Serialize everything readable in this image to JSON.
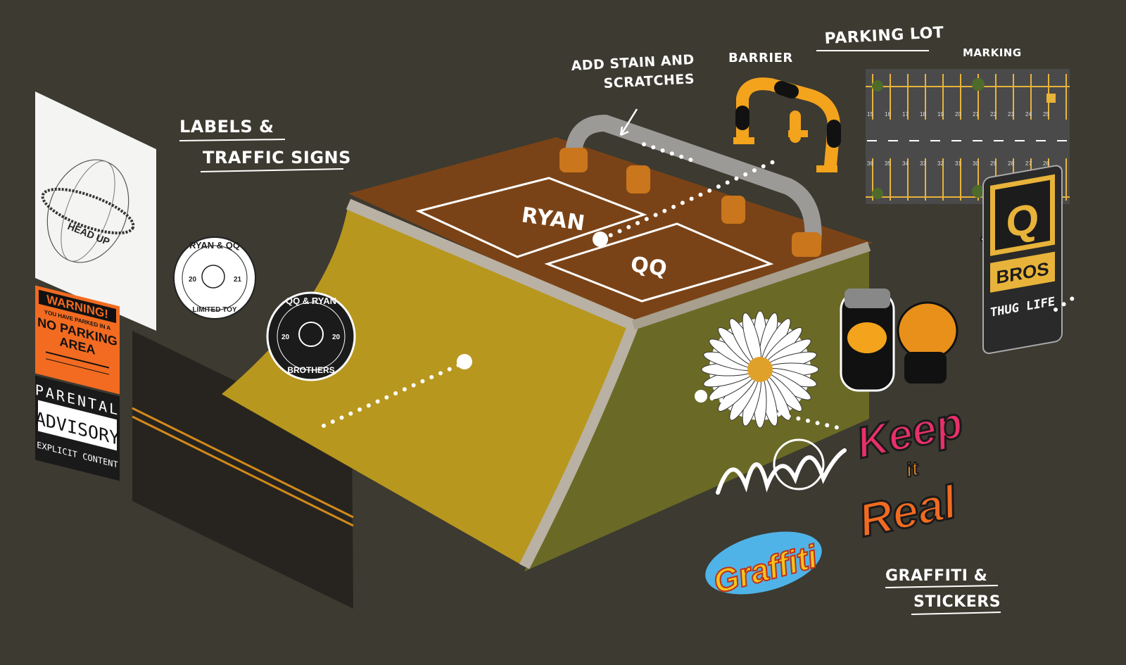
{
  "annotations": {
    "stain": [
      "ADD STAIN AND",
      "SCRATCHES"
    ],
    "barrier": "BARRIER",
    "parking_lot": "PARKING LOT",
    "marking": "MARKING",
    "labels": [
      "LABELS &",
      "TRAFFIC SIGNS"
    ],
    "graffiti": [
      "GRAFFITI &",
      "STICKERS"
    ]
  },
  "ramp": {
    "deck_labels": [
      "RYAN",
      "QQ"
    ]
  },
  "stickers": {
    "head_up": "HEAD UP",
    "ryan_qq_badge": {
      "top": "RYAN & QQ",
      "year_left": "20",
      "year_right": "21",
      "bottom": "LIMITED TOY"
    },
    "qq_ryan_badge": {
      "top": "QQ & RYAN",
      "year_left": "20",
      "year_right": "20",
      "bottom": "BROTHERS"
    },
    "warning": {
      "title": "WARNING!",
      "line1": "YOU HAVE PARKED IN A",
      "line2": "NO PARKING",
      "line3": "AREA"
    },
    "advisory": {
      "line1": "PARENTAL",
      "line2": "ADVISORY",
      "line3": "EXPLICIT CONTENT"
    },
    "keep_it_real": [
      "Keep",
      "it",
      "Real"
    ],
    "graffiti_word": "Graffiti",
    "q_bros": {
      "letter": "Q",
      "bros": "BROS",
      "thug": "THUG LIFE"
    }
  },
  "parking": {
    "top_numbers": [
      "15",
      "16",
      "17",
      "18",
      "19",
      "20",
      "21",
      "22",
      "23",
      "24",
      "25"
    ],
    "bottom_numbers": [
      "36",
      "35",
      "34",
      "33",
      "32",
      "31",
      "30",
      "29",
      "28",
      "27",
      "26"
    ]
  },
  "colors": {
    "background": "#3c3a31",
    "deck": "#7a4317",
    "ramp": "#b8971f",
    "side": "#6a6a26",
    "accent": "#f3a31c"
  }
}
